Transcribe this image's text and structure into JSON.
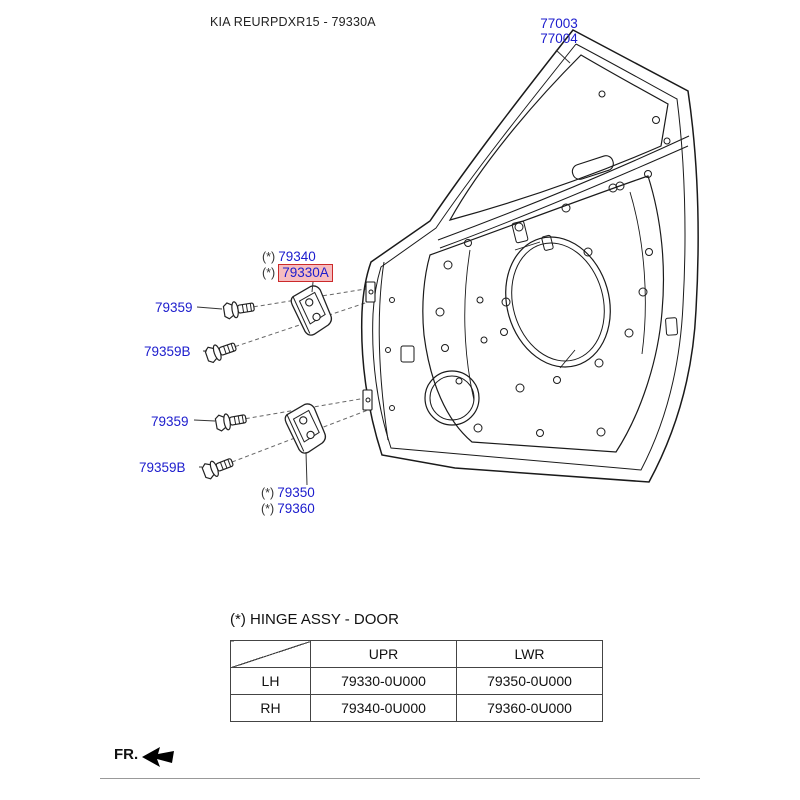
{
  "header": {
    "title": "KIA REURPDXR15 - 79330A"
  },
  "labels": {
    "star": "(*)",
    "p77003": "77003",
    "p77004": "77004",
    "p79340": "79340",
    "p79330A": "79330A",
    "p79359_upper": "79359",
    "p79359B_upper": "79359B",
    "p79359_lower": "79359",
    "p79359B_lower": "79359B",
    "p79350": "79350",
    "p79360": "79360"
  },
  "table": {
    "title": "(*) HINGE ASSY - DOOR",
    "headers": {
      "upr": "UPR",
      "lwr": "LWR"
    },
    "rows": [
      {
        "side": "LH",
        "upr": "79330-0U000",
        "lwr": "79350-0U000"
      },
      {
        "side": "RH",
        "upr": "79340-0U000",
        "lwr": "79360-0U000"
      }
    ]
  },
  "footer": {
    "fr": "FR."
  },
  "colors": {
    "link": "#1c1ccd",
    "highlight_bg": "#f6bdc0",
    "highlight_border": "#cc2a2a",
    "line": "#222222"
  }
}
